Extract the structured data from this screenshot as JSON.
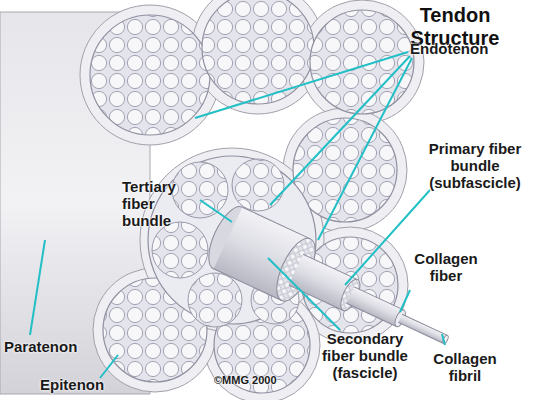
{
  "diagram": {
    "title": "Tendon Structure",
    "labels": [
      "Endotenon",
      "Tertiary fiber bundle",
      "Primary fiber bundle (subfascicle)",
      "Collagen fiber",
      "Paratenon",
      "Secondary fiber bundle (fascicle)",
      "Collagen fibril",
      "Epitenon",
      "©MMG 2000"
    ]
  }
}
